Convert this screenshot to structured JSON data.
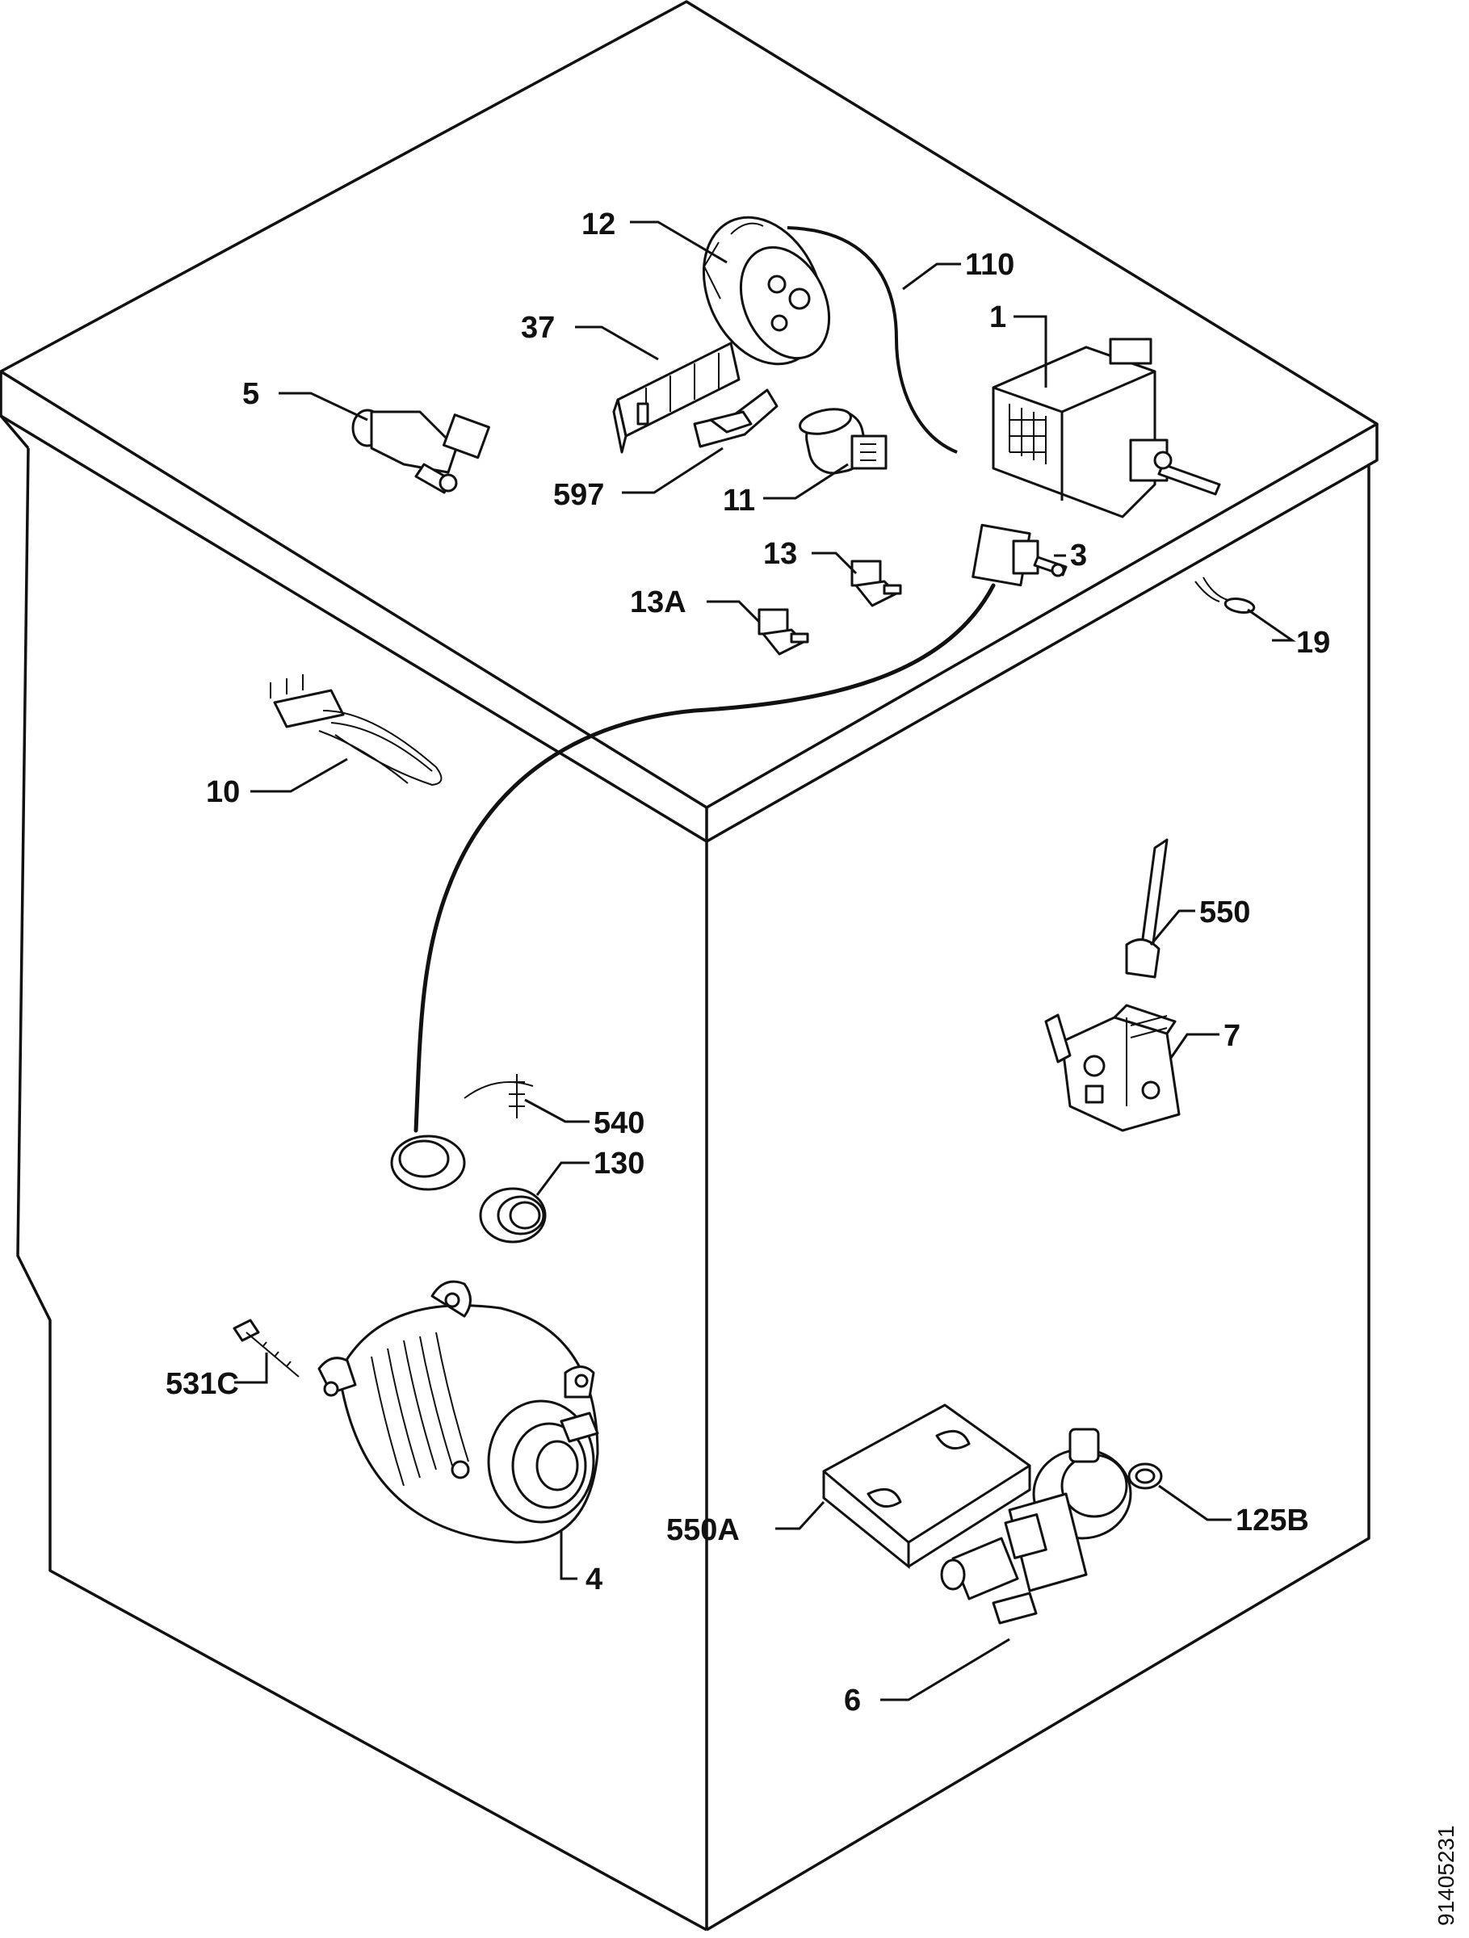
{
  "labels": {
    "l1": "1",
    "l3": "3",
    "l4": "4",
    "l5": "5",
    "l6": "6",
    "l7": "7",
    "l10": "10",
    "l11": "11",
    "l12": "12",
    "l13": "13",
    "l13a": "13A",
    "l19": "19",
    "l37": "37",
    "l110": "110",
    "l125b": "125B",
    "l130": "130",
    "l531c": "531C",
    "l540": "540",
    "l550": "550",
    "l550a": "550A",
    "l597": "597"
  },
  "document_code": "91405231"
}
